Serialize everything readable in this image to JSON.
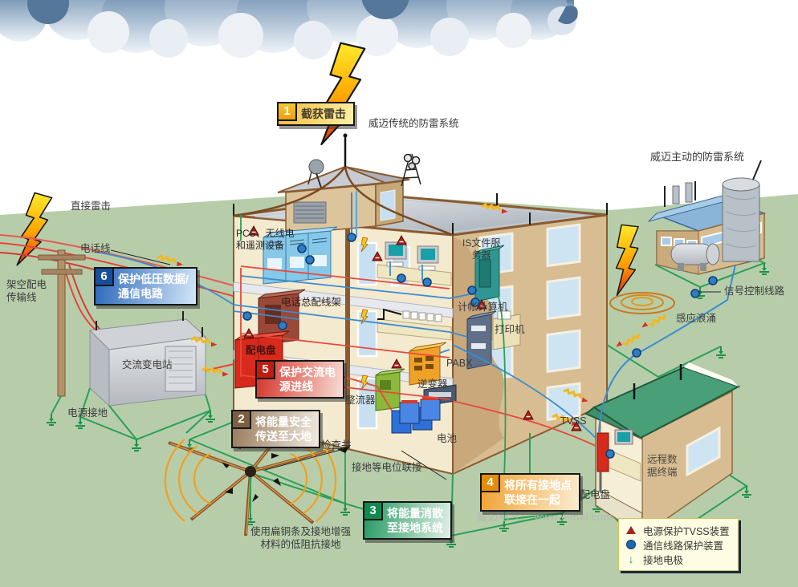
{
  "colors": {
    "ground": "#b7cdaa",
    "power_line": "#e8483c",
    "comm_line": "#3a8cd0",
    "ground_line": "#2aa058",
    "tvss_device": "#b81f14",
    "comm_device": "#2f7ec0",
    "callout_blue": "#2a67bb",
    "callout_red": "#d63227"
  },
  "callouts": {
    "c1": {
      "num": "1",
      "line1": "截获雷击"
    },
    "c2": {
      "num": "2",
      "line1": "将能量安全",
      "line2": "传送至大地"
    },
    "c3": {
      "num": "3",
      "line1": "将能量消散",
      "line2": "至接地系统"
    },
    "c4": {
      "num": "4",
      "line1": "将所有接地点",
      "line2": "联接在一起"
    },
    "c5": {
      "num": "5",
      "line1": "保护交流电",
      "line2": "源进线"
    },
    "c6": {
      "num": "6",
      "line1": "保护低压数据/",
      "line2": "通信电路"
    }
  },
  "labels": {
    "traditional_system": "威迈传统的防雷系统",
    "active_system": "威迈主动的防雷系统",
    "direct_strike": "直接雷击",
    "phone_line": "电话线",
    "overhead1": "架空配电",
    "overhead2": "传输线",
    "substation": "交流变电站",
    "power_ground": "电源接地",
    "pcs1": "PCS、无线电",
    "pcs2": "和遥测设备",
    "is_server1": "IS文件服",
    "is_server2": "务器",
    "mdf": "电话总配线架",
    "billing_computer": "计帐计算机",
    "printer": "打印机",
    "dist_board": "配电盘",
    "pabx": "PABX",
    "inverter": "逆变器",
    "rectifier": "整流器",
    "battery": "电池",
    "inspection_well": "检查井",
    "equipotential": "接地等电位联接",
    "low_impedance1": "使用扁铜条及接地增强",
    "low_impedance2": "材料的低阻抗接地",
    "dist_panel": "分配电盘",
    "tvss": "TVSS",
    "remote1": "远程数",
    "remote2": "据终端",
    "signal_line": "信号控制线路",
    "induced_surge": "感应浪涌"
  },
  "legend": {
    "items": [
      {
        "icon": "tvss-triangle-icon",
        "label": "电源保护TVSS装置"
      },
      {
        "icon": "comm-circle-icon",
        "label": "通信线路保护装置"
      },
      {
        "icon": "ground-arrow-icon",
        "label": "接地电极",
        "glyph": "↓"
      }
    ]
  },
  "watermark": "威迈电气： www.v-mai.com"
}
